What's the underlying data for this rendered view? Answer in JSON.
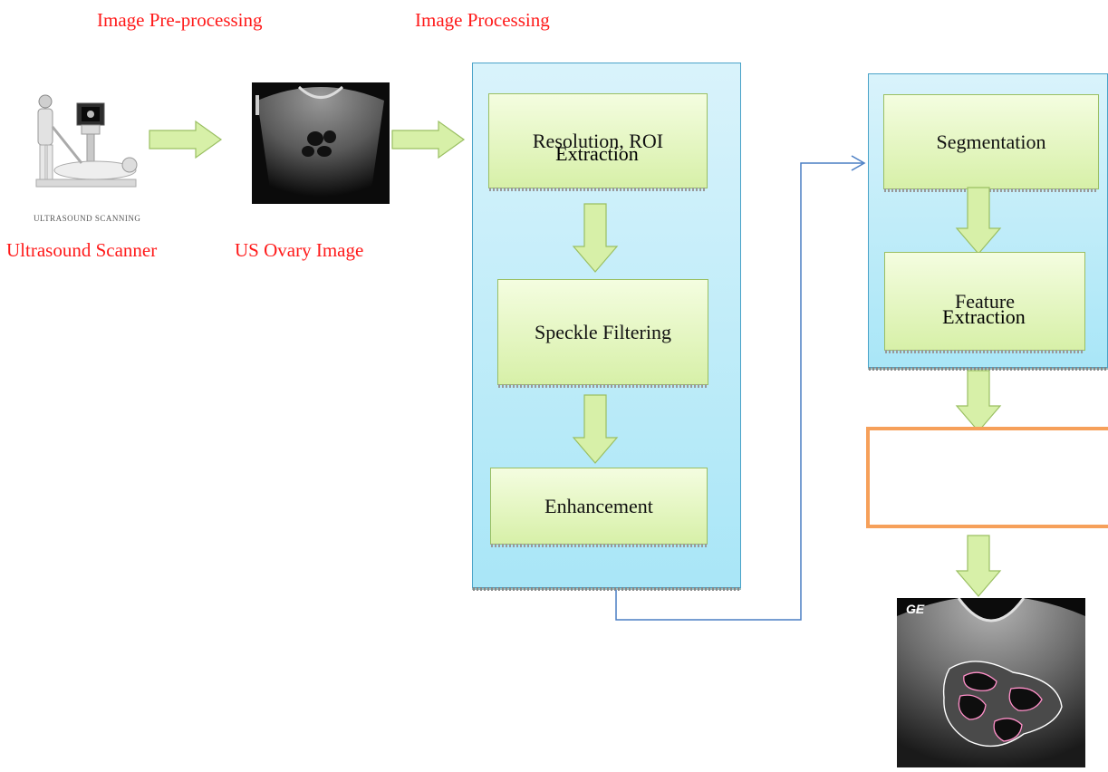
{
  "labels": {
    "pre_processing": "Image Pre-processing",
    "processing": "Image Processing",
    "scanner": "Ultrasound Scanner",
    "us_image": "US Ovary Image",
    "scanner_caption": "ULTRASOUND SCANNING",
    "result_logo": "GE"
  },
  "steps": {
    "roi": [
      "Resolution, ROI",
      "Extraction"
    ],
    "speckle": [
      "Speckle Filtering"
    ],
    "enhancement": [
      "Enhancement"
    ],
    "segmentation": [
      "Segmentation"
    ],
    "feature": [
      "Feature",
      "Extraction"
    ]
  },
  "colors": {
    "label_red": "#ff1a1a",
    "panel_border": "#4aa3c8",
    "step_border": "#9abf62",
    "arrow_fill": "#d7f0a8",
    "connector_blue": "#4a7ec4",
    "orange_border": "#f6a05a"
  }
}
